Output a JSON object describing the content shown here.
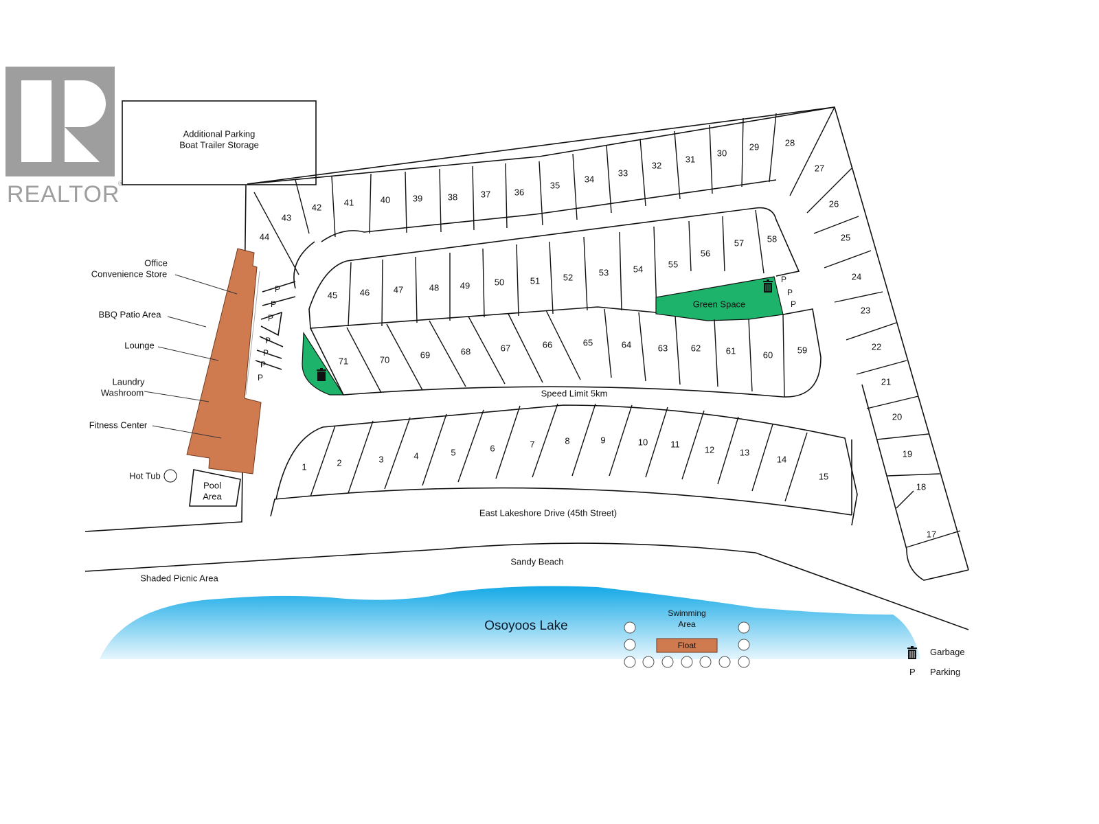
{
  "logo": {
    "text": "REALTOR",
    "mark": "®"
  },
  "areas": {
    "parking_storage": [
      "Additional Parking",
      "Boat Trailer Storage"
    ],
    "green_space": "Green Space",
    "pool": [
      "Pool",
      "Area"
    ],
    "hot_tub": "Hot Tub",
    "speed_limit": "Speed Limit 5km",
    "road": "East Lakeshore Drive (45th Street)",
    "beach": "Sandy Beach",
    "picnic": "Shaded Picnic Area",
    "lake": "Osoyoos Lake",
    "swimming": [
      "Swimming",
      "Area"
    ],
    "float": "Float"
  },
  "building_labels": [
    {
      "text": [
        "Office",
        "Convenience Store"
      ]
    },
    {
      "text": [
        "BBQ Patio Area"
      ]
    },
    {
      "text": [
        "Lounge"
      ]
    },
    {
      "text": [
        "Laundry",
        "Washroom"
      ]
    },
    {
      "text": [
        "Fitness Center"
      ]
    }
  ],
  "parking_symbol": "P",
  "legend": [
    {
      "icon": "garbage-icon",
      "label": "Garbage"
    },
    {
      "icon": "P",
      "label": "Parking"
    }
  ],
  "colors": {
    "building": "#d07a50",
    "green": "#1db36a",
    "lake": "#29b6ea",
    "float": "#d07a50"
  },
  "lots": {
    "row_bottom": [
      "1",
      "2",
      "3",
      "4",
      "5",
      "6",
      "7",
      "8",
      "9",
      "10",
      "11",
      "12",
      "13",
      "14",
      "15"
    ],
    "row_right": [
      "17",
      "18",
      "19",
      "20",
      "21",
      "22",
      "23",
      "24",
      "25",
      "26",
      "27"
    ],
    "row_top": [
      "28",
      "29",
      "30",
      "31",
      "32",
      "33",
      "34",
      "35",
      "36",
      "37",
      "38",
      "39",
      "40",
      "41",
      "42",
      "43",
      "44"
    ],
    "row_inner_top": [
      "45",
      "46",
      "47",
      "48",
      "49",
      "50",
      "51",
      "52",
      "53",
      "54",
      "55",
      "56",
      "57",
      "58"
    ],
    "row_inner_bottom": [
      "59",
      "60",
      "61",
      "62",
      "63",
      "64",
      "65",
      "66",
      "67",
      "68",
      "69",
      "70",
      "71"
    ]
  }
}
